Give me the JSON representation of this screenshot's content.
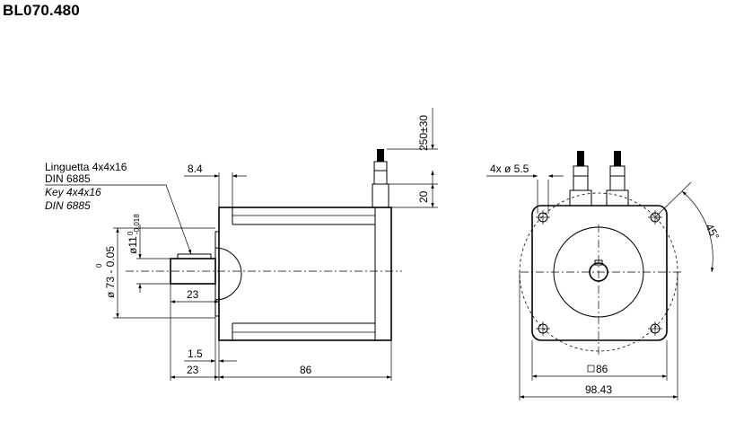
{
  "title": "BL070.480",
  "side_view": {
    "key_label_it": "Linguetta 4x4x16",
    "key_std_it": "DIN 6885",
    "key_label_en": "Key 4x4x16",
    "key_std_en": "DIN 6885",
    "dim_flange_offset": "8.4",
    "dim_cable_length": "250±30",
    "dim_cable_height": "20",
    "dim_shaft_dia": "ø11",
    "dim_shaft_tol_upper": "0",
    "dim_shaft_tol_lower": "-0.018",
    "dim_pilot_dia": "ø 73 - 0.05",
    "dim_pilot_tol_upper": "0",
    "dim_key_length": "23",
    "dim_pilot_depth": "1.5",
    "dim_shaft_length": "23",
    "dim_body_length": "86"
  },
  "front_view": {
    "dim_holes": "4x ø 5.5",
    "dim_angle": "45°",
    "dim_square": "86",
    "dim_bolt_circle": "98.43"
  }
}
